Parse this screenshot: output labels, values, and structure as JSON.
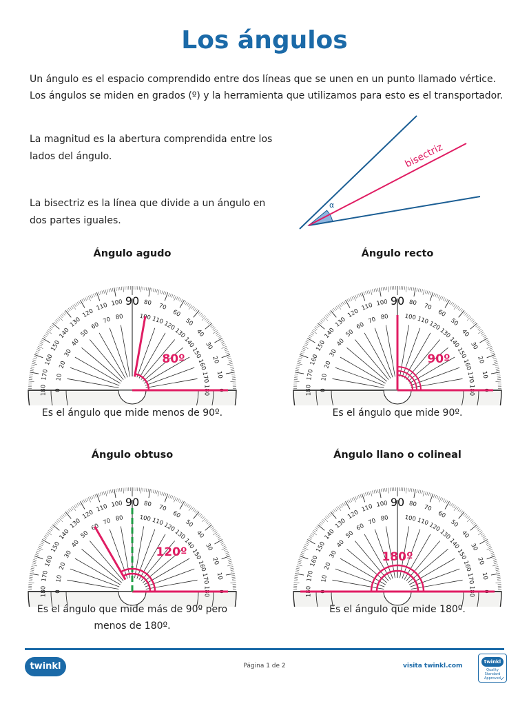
{
  "title": "Los ángulos",
  "intro": {
    "line1": "Un ángulo es el espacio comprendido entre dos líneas que se unen en un punto llamado vértice.",
    "line2": "Los ángulos se miden en grados (º) y la herramienta que utilizamos para esto es el transportador."
  },
  "magnitude": {
    "line1": "La magnitud es la abertura comprendida entre los",
    "line2": "lados del ángulo."
  },
  "bisector": {
    "line1": "La bisectriz es la línea que divide a un ángulo en",
    "line2": "dos partes iguales."
  },
  "diagram": {
    "bisector_label": "bisectriz",
    "alpha_label": "α",
    "colors": {
      "sides": "#1b5e94",
      "bisector": "#e01d63",
      "fill": "#8fb6e0"
    }
  },
  "protractor": {
    "outer_labels": [
      "0",
      "10",
      "20",
      "30",
      "40",
      "50",
      "60",
      "70",
      "80",
      "90",
      "100",
      "110",
      "120",
      "130",
      "140",
      "150",
      "160",
      "170",
      "180"
    ],
    "inner_labels": [
      "180",
      "170",
      "160",
      "150",
      "140",
      "130",
      "120",
      "110",
      "100",
      "90",
      "80",
      "70",
      "60",
      "50",
      "40",
      "30",
      "20",
      "10",
      "0"
    ],
    "center_label": "90"
  },
  "angles": [
    {
      "title": "Ángulo agudo",
      "caption_line1": "Es el ángulo que mide menos de 90º.",
      "caption_line2": "",
      "label": "80º",
      "degrees": 80,
      "arc_style": "single"
    },
    {
      "title": "Ángulo recto",
      "caption_line1": "Es el ángulo que mide 90º.",
      "caption_line2": "",
      "label": "90º",
      "degrees": 90,
      "arc_style": "triple"
    },
    {
      "title": "Ángulo obtuso",
      "caption_line1": "Es el ángulo que mide más de 90º pero",
      "caption_line2": "menos de 180º.",
      "label": "120º",
      "degrees": 120,
      "arc_style": "obtuse"
    },
    {
      "title": "Ángulo llano o colineal",
      "caption_line1": "Es el ángulo que mide 180º.",
      "caption_line2": "",
      "label": "180º",
      "degrees": 180,
      "arc_style": "double"
    }
  ],
  "colors": {
    "accent": "#e01d63",
    "guide": "#1f9e45",
    "brand": "#1b6aa8",
    "protractor_line": "#2b2b2b",
    "protractor_fill": "#f3f3f1"
  },
  "footer": {
    "logo": "twinkl",
    "page": "Página 1 de 2",
    "visit": "visita twinkl.com",
    "badge_top": "twinkl",
    "badge_sub": "Quality Standard Approved",
    "badge_check": "✓"
  }
}
